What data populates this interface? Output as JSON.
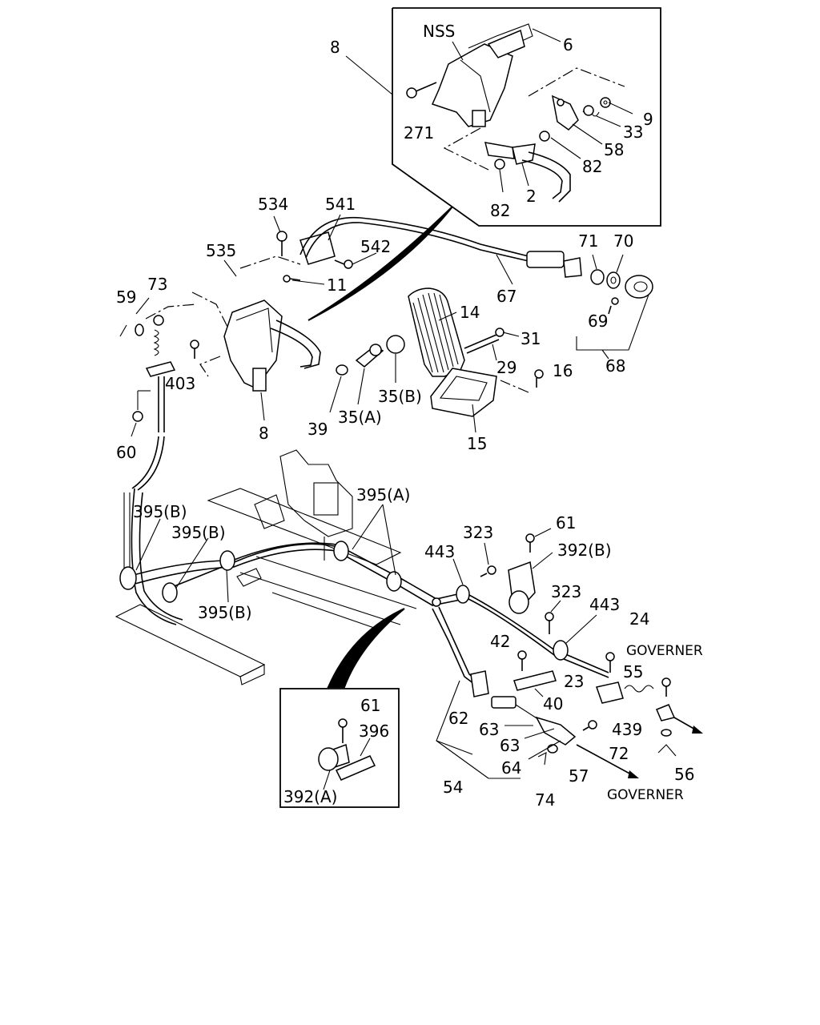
{
  "callouts": {
    "c8_top": "8",
    "nss": "NSS",
    "c6": "6",
    "c9": "9",
    "c33": "33",
    "c271": "271",
    "c58": "58",
    "c82a": "82",
    "c82b": "82",
    "c2": "2",
    "c534": "534",
    "c541": "541",
    "c542": "542",
    "c535": "535",
    "c11": "11",
    "c71": "71",
    "c70": "70",
    "c67": "67",
    "c59": "59",
    "c73": "73",
    "c14": "14",
    "c31": "31",
    "c69": "69",
    "c403": "403",
    "c29": "29",
    "c16": "16",
    "c68": "68",
    "c39": "39",
    "c35a": "35(A)",
    "c35b": "35(B)",
    "c8_mid": "8",
    "c15": "15",
    "c60": "60",
    "c395a": "395(A)",
    "c395b_1": "395(B)",
    "c395b_2": "395(B)",
    "c395b_3": "395(B)",
    "c323a": "323",
    "c61a": "61",
    "c443a": "443",
    "c392b": "392(B)",
    "c323b": "323",
    "c443b": "443",
    "c24": "24",
    "c42": "42",
    "c55": "55",
    "c23": "23",
    "c40": "40",
    "c439": "439",
    "c62": "62",
    "c63a": "63",
    "c63b": "63",
    "c64": "64",
    "c72": "72",
    "c56": "56",
    "c54": "54",
    "c57": "57",
    "c74": "74",
    "c61b": "61",
    "c396": "396",
    "c392a": "392(A)",
    "governer_top": "GOVERNER",
    "governer_bottom": "GOVERNER"
  }
}
